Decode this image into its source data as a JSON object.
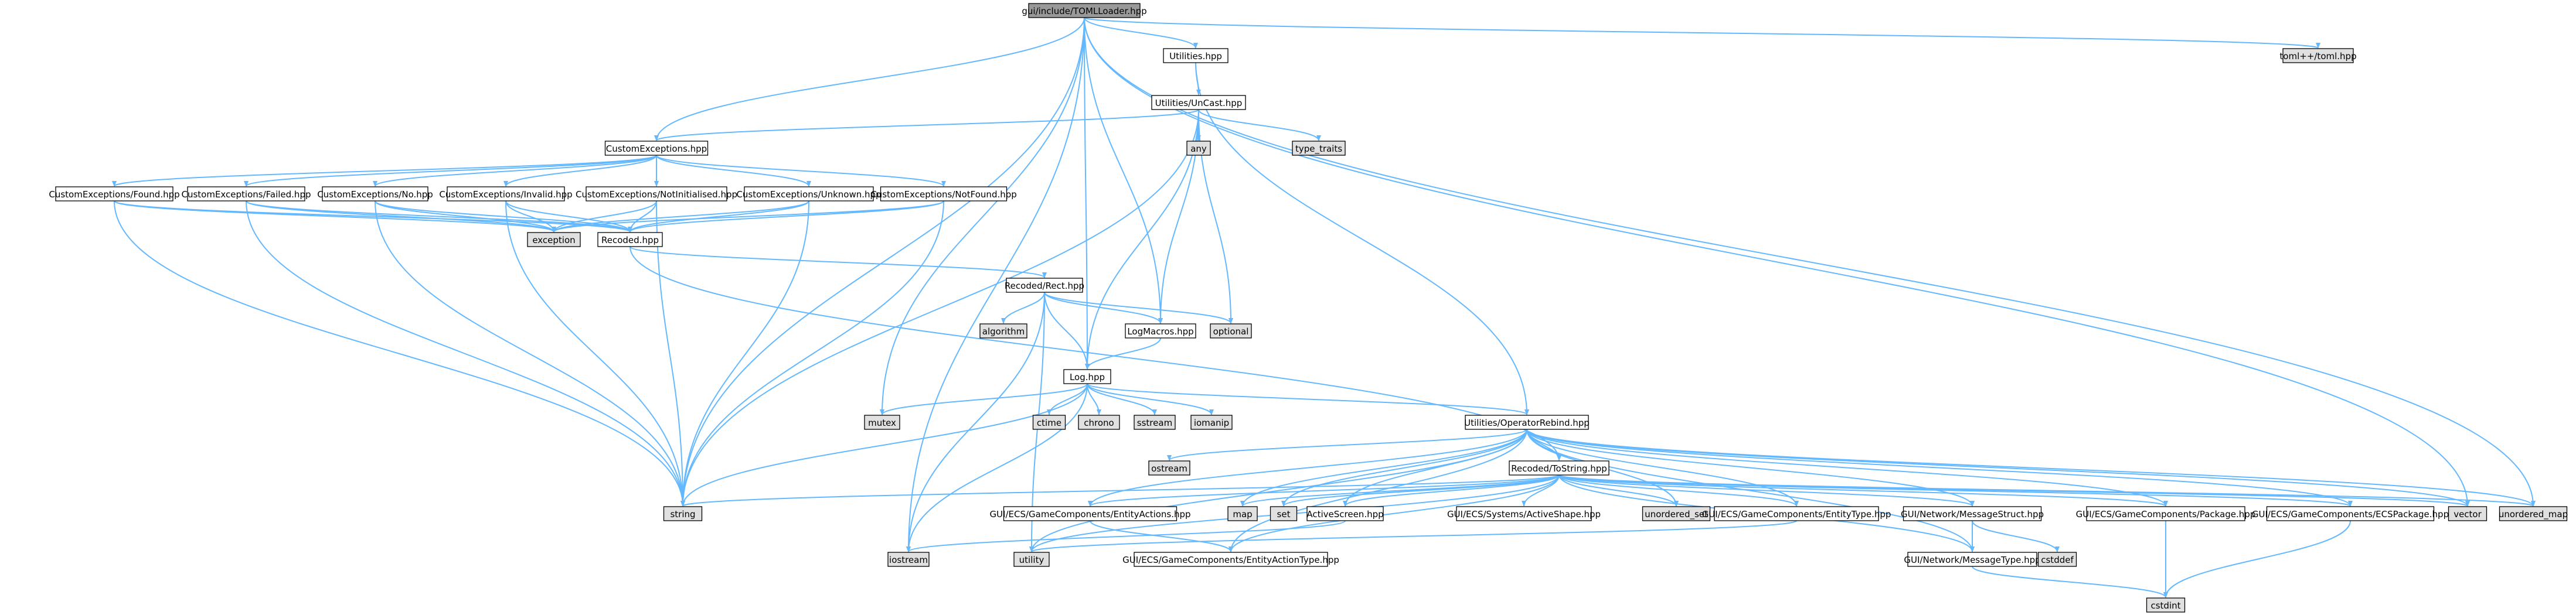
{
  "colors": {
    "edge": "#63b8ff",
    "node_user": "#ffffff",
    "node_system": "#e0e0e0",
    "node_root": "#999999",
    "node_border": "#000000"
  },
  "nodes": [
    {
      "id": "root",
      "label": "gui/include/TOMLLoader.hpp",
      "kind": "root"
    },
    {
      "id": "utilities",
      "label": "Utilities.hpp",
      "kind": "user"
    },
    {
      "id": "tomlpp",
      "label": "toml++/toml.hpp",
      "kind": "system"
    },
    {
      "id": "unicast",
      "label": "Utilities/UnCast.hpp",
      "kind": "user"
    },
    {
      "id": "customexceptions",
      "label": "CustomExceptions.hpp",
      "kind": "user"
    },
    {
      "id": "any",
      "label": "any",
      "kind": "system"
    },
    {
      "id": "type_traits",
      "label": "type_traits",
      "kind": "system"
    },
    {
      "id": "ce_found",
      "label": "CustomExceptions/Found.hpp",
      "kind": "user"
    },
    {
      "id": "ce_failed",
      "label": "CustomExceptions/Failed.hpp",
      "kind": "user"
    },
    {
      "id": "ce_no",
      "label": "CustomExceptions/No.hpp",
      "kind": "user"
    },
    {
      "id": "ce_invalid",
      "label": "CustomExceptions/Invalid.hpp",
      "kind": "user"
    },
    {
      "id": "ce_notinit",
      "label": "CustomExceptions/NotInitialised.hpp",
      "kind": "user"
    },
    {
      "id": "ce_unknown",
      "label": "CustomExceptions/Unknown.hpp",
      "kind": "user"
    },
    {
      "id": "ce_notfound",
      "label": "CustomExceptions/NotFound.hpp",
      "kind": "user"
    },
    {
      "id": "exception",
      "label": "exception",
      "kind": "system"
    },
    {
      "id": "recoded",
      "label": "Recoded.hpp",
      "kind": "user"
    },
    {
      "id": "rect",
      "label": "Recoded/Rect.hpp",
      "kind": "user"
    },
    {
      "id": "algorithm",
      "label": "algorithm",
      "kind": "system"
    },
    {
      "id": "logmacros",
      "label": "LogMacros.hpp",
      "kind": "user"
    },
    {
      "id": "optional",
      "label": "optional",
      "kind": "system"
    },
    {
      "id": "log",
      "label": "Log.hpp",
      "kind": "user"
    },
    {
      "id": "mutex",
      "label": "mutex",
      "kind": "system"
    },
    {
      "id": "ctime",
      "label": "ctime",
      "kind": "system"
    },
    {
      "id": "chrono",
      "label": "chrono",
      "kind": "system"
    },
    {
      "id": "sstream",
      "label": "sstream",
      "kind": "system"
    },
    {
      "id": "iomanip",
      "label": "iomanip",
      "kind": "system"
    },
    {
      "id": "opreb",
      "label": "Utilities/OperatorRebind.hpp",
      "kind": "user"
    },
    {
      "id": "ostream",
      "label": "ostream",
      "kind": "system"
    },
    {
      "id": "tostring",
      "label": "Recoded/ToString.hpp",
      "kind": "user"
    },
    {
      "id": "string",
      "label": "string",
      "kind": "system"
    },
    {
      "id": "map",
      "label": "map",
      "kind": "system"
    },
    {
      "id": "set",
      "label": "set",
      "kind": "system"
    },
    {
      "id": "activescreen",
      "label": "ActiveScreen.hpp",
      "kind": "user"
    },
    {
      "id": "activeshape",
      "label": "GUI/ECS/Systems/ActiveShape.hpp",
      "kind": "user"
    },
    {
      "id": "unordered_set",
      "label": "unordered_set",
      "kind": "system"
    },
    {
      "id": "entitytype",
      "label": "GUI/ECS/GameComponents/EntityType.hpp",
      "kind": "user"
    },
    {
      "id": "msgstruct",
      "label": "GUI/Network/MessageStruct.hpp",
      "kind": "user"
    },
    {
      "id": "package",
      "label": "GUI/ECS/GameComponents/Package.hpp",
      "kind": "user"
    },
    {
      "id": "ecspackage",
      "label": "GUI/ECS/GameComponents/ECSPackage.hpp",
      "kind": "user"
    },
    {
      "id": "vector",
      "label": "vector",
      "kind": "system"
    },
    {
      "id": "unordered_map",
      "label": "unordered_map",
      "kind": "system"
    },
    {
      "id": "entityactions",
      "label": "GUI/ECS/GameComponents/EntityActions.hpp",
      "kind": "user"
    },
    {
      "id": "iostream",
      "label": "iostream",
      "kind": "system"
    },
    {
      "id": "utility",
      "label": "utility",
      "kind": "system"
    },
    {
      "id": "entityactiontype",
      "label": "GUI/ECS/GameComponents/EntityActionType.hpp",
      "kind": "user"
    },
    {
      "id": "msgtype",
      "label": "GUI/Network/MessageType.hpp",
      "kind": "user"
    },
    {
      "id": "cstddef",
      "label": "cstddef",
      "kind": "system"
    },
    {
      "id": "cstdint",
      "label": "cstdint",
      "kind": "system"
    }
  ],
  "edges": [
    [
      "root",
      "utilities"
    ],
    [
      "root",
      "tomlpp"
    ],
    [
      "root",
      "customexceptions"
    ],
    [
      "root",
      "logmacros"
    ],
    [
      "root",
      "log"
    ],
    [
      "root",
      "mutex"
    ],
    [
      "root",
      "string"
    ],
    [
      "root",
      "iostream"
    ],
    [
      "root",
      "vector"
    ],
    [
      "root",
      "unordered_map"
    ],
    [
      "utilities",
      "unicast"
    ],
    [
      "utilities",
      "opreb"
    ],
    [
      "unicast",
      "customexceptions"
    ],
    [
      "unicast",
      "any"
    ],
    [
      "unicast",
      "type_traits"
    ],
    [
      "unicast",
      "logmacros"
    ],
    [
      "unicast",
      "log"
    ],
    [
      "unicast",
      "optional"
    ],
    [
      "unicast",
      "string"
    ],
    [
      "customexceptions",
      "ce_found"
    ],
    [
      "customexceptions",
      "ce_failed"
    ],
    [
      "customexceptions",
      "ce_no"
    ],
    [
      "customexceptions",
      "ce_invalid"
    ],
    [
      "customexceptions",
      "ce_notinit"
    ],
    [
      "customexceptions",
      "ce_unknown"
    ],
    [
      "customexceptions",
      "ce_notfound"
    ],
    [
      "ce_found",
      "exception"
    ],
    [
      "ce_found",
      "recoded"
    ],
    [
      "ce_found",
      "string"
    ],
    [
      "ce_failed",
      "exception"
    ],
    [
      "ce_failed",
      "recoded"
    ],
    [
      "ce_failed",
      "string"
    ],
    [
      "ce_no",
      "exception"
    ],
    [
      "ce_no",
      "recoded"
    ],
    [
      "ce_no",
      "string"
    ],
    [
      "ce_invalid",
      "exception"
    ],
    [
      "ce_invalid",
      "recoded"
    ],
    [
      "ce_invalid",
      "string"
    ],
    [
      "ce_notinit",
      "exception"
    ],
    [
      "ce_notinit",
      "recoded"
    ],
    [
      "ce_notinit",
      "string"
    ],
    [
      "ce_unknown",
      "exception"
    ],
    [
      "ce_unknown",
      "recoded"
    ],
    [
      "ce_unknown",
      "string"
    ],
    [
      "ce_notfound",
      "exception"
    ],
    [
      "ce_notfound",
      "recoded"
    ],
    [
      "ce_notfound",
      "string"
    ],
    [
      "recoded",
      "rect"
    ],
    [
      "recoded",
      "tostring"
    ],
    [
      "rect",
      "algorithm"
    ],
    [
      "rect",
      "logmacros"
    ],
    [
      "rect",
      "optional"
    ],
    [
      "rect",
      "log"
    ],
    [
      "rect",
      "utility"
    ],
    [
      "rect",
      "iostream"
    ],
    [
      "logmacros",
      "log"
    ],
    [
      "log",
      "mutex"
    ],
    [
      "log",
      "ctime"
    ],
    [
      "log",
      "chrono"
    ],
    [
      "log",
      "sstream"
    ],
    [
      "log",
      "iomanip"
    ],
    [
      "log",
      "opreb"
    ],
    [
      "log",
      "string"
    ],
    [
      "log",
      "iostream"
    ],
    [
      "opreb",
      "ostream"
    ],
    [
      "opreb",
      "tostring"
    ],
    [
      "opreb",
      "map"
    ],
    [
      "opreb",
      "set"
    ],
    [
      "opreb",
      "unordered_set"
    ],
    [
      "opreb",
      "entitytype"
    ],
    [
      "opreb",
      "msgstruct"
    ],
    [
      "opreb",
      "package"
    ],
    [
      "opreb",
      "ecspackage"
    ],
    [
      "opreb",
      "vector"
    ],
    [
      "opreb",
      "unordered_map"
    ],
    [
      "opreb",
      "entityactions"
    ],
    [
      "opreb",
      "entityactiontype"
    ],
    [
      "opreb",
      "msgtype"
    ],
    [
      "opreb",
      "utility"
    ],
    [
      "opreb",
      "activescreen"
    ],
    [
      "tostring",
      "string"
    ],
    [
      "tostring",
      "map"
    ],
    [
      "tostring",
      "set"
    ],
    [
      "tostring",
      "activescreen"
    ],
    [
      "tostring",
      "activeshape"
    ],
    [
      "tostring",
      "unordered_set"
    ],
    [
      "tostring",
      "entitytype"
    ],
    [
      "tostring",
      "msgstruct"
    ],
    [
      "tostring",
      "package"
    ],
    [
      "tostring",
      "ecspackage"
    ],
    [
      "tostring",
      "vector"
    ],
    [
      "tostring",
      "unordered_map"
    ],
    [
      "tostring",
      "entityactions"
    ],
    [
      "tostring",
      "entityactiontype"
    ],
    [
      "tostring",
      "msgtype"
    ],
    [
      "tostring",
      "utility"
    ],
    [
      "entityactions",
      "entityactiontype"
    ],
    [
      "activescreen",
      "iostream"
    ],
    [
      "entitytype",
      "utility"
    ],
    [
      "msgstruct",
      "msgtype"
    ],
    [
      "msgstruct",
      "cstddef"
    ],
    [
      "msgtype",
      "cstdint"
    ],
    [
      "package",
      "cstdint"
    ],
    [
      "ecspackage",
      "cstdint"
    ]
  ]
}
